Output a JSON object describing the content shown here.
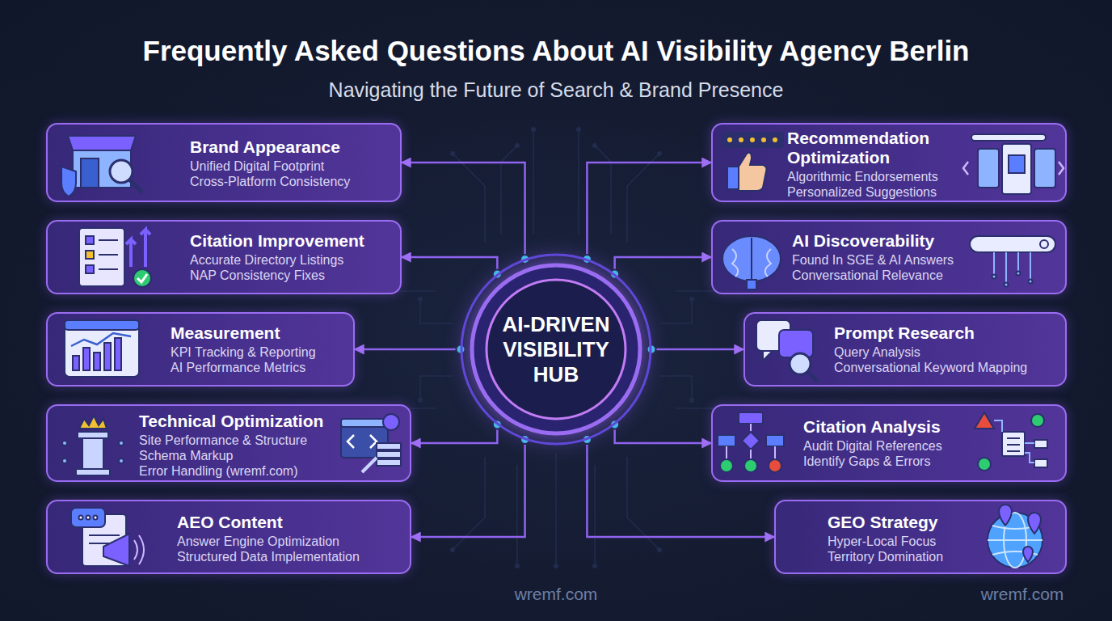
{
  "diagram": {
    "title": "Frequently Asked Questions About AI Visibility Agency Berlin",
    "nodes": [
      {
        "text": [
          "Brand Appearance",
          "Unified Digital Footprint",
          "Cross-Platform Consistency"
        ]
      },
      {
        "text": [
          "Citation Improvement",
          "Accurate Directory Listings",
          "NAP Consistency Fixes"
        ]
      },
      {
        "text": [
          "Measurement",
          "KPI Tracking & Reporting",
          "AI Performance Metrics"
        ]
      },
      {
        "text": [
          "Technical Optimization",
          "Site Performance & Structure",
          "Schema Markup",
          "Error Handling (wremf.com)"
        ]
      },
      {
        "text": [
          "AEO Content",
          "Answer Engine Optimization",
          "Structured Data Implementation"
        ]
      },
      {
        "text": [
          "AI-DRIVEN VISIBILITY HUB"
        ]
      },
      {
        "text": [
          "Recommendation Optimization",
          "Algorithmic Endorsements",
          "Personalized Suggestions"
        ]
      },
      {
        "text": [
          "AI Discoverability",
          "Found In SGE & AI Answers",
          "Conversational Relevance"
        ]
      },
      {
        "text": [
          "Prompt Research",
          "Query Analysis",
          "Conversational Keyword Mapping"
        ]
      },
      {
        "text": [
          "Citation Analysis",
          "Audit Digital References",
          "Identify Gaps & Errors"
        ]
      },
      {
        "text": [
          "GEO Strategy",
          "Hyper-Local Focus",
          "Territory Domination"
        ]
      }
    ],
    "edges": [
      {
        "from": 5,
        "to": 0,
        "arrow": "to"
      },
      {
        "from": 5,
        "to": 1,
        "arrow": "to"
      },
      {
        "from": 5,
        "to": 2,
        "arrow": "to"
      },
      {
        "from": 5,
        "to": 3,
        "arrow": "to"
      },
      {
        "from": 5,
        "to": 4,
        "arrow": "to"
      },
      {
        "from": 5,
        "to": 6,
        "arrow": "to"
      },
      {
        "from": 5,
        "to": 7,
        "arrow": "to"
      },
      {
        "from": 5,
        "to": 8,
        "arrow": "to"
      },
      {
        "from": 5,
        "to": 9,
        "arrow": "to"
      },
      {
        "from": 5,
        "to": 10,
        "arrow": "to"
      }
    ],
    "labels": [
      "Navigating the Future of Search & Brand Presence",
      "wremf.com",
      "wremf.com"
    ]
  }
}
